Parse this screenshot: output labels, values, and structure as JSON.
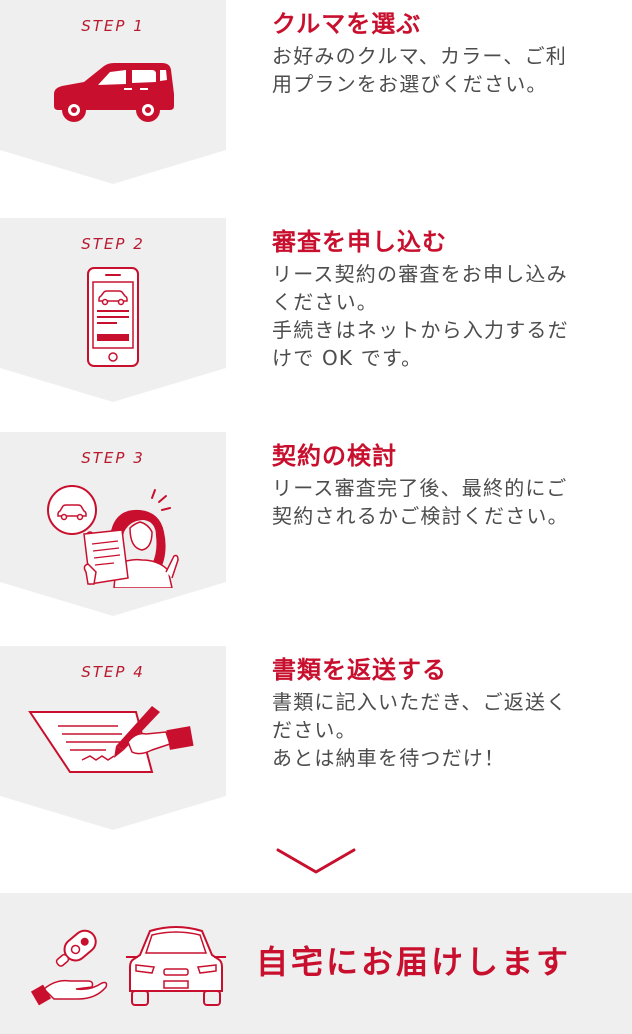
{
  "steps": [
    {
      "label": "STEP 1",
      "icon": "car-icon",
      "title": "クルマを選ぶ",
      "description": "お好みのクルマ、カラー、ご利\n用プランをお選びください。"
    },
    {
      "label": "STEP 2",
      "icon": "smartphone-form-icon",
      "title": "審査を申し込む",
      "description": "リース契約の審査をお申し込み\nください。\n手続きはネットから入力するだ\nけで OK です。"
    },
    {
      "label": "STEP 3",
      "icon": "person-considering-icon",
      "title": "契約の検討",
      "description": "リース審査完了後、最終的にご\n契約されるかご検討ください。"
    },
    {
      "label": "STEP 4",
      "icon": "document-signing-icon",
      "title": "書類を返送する",
      "description": "書類に記入いただき、ご返送く\nださい。\nあとは納車を待つだけ！"
    }
  ],
  "arrow_icon": "chevron-down-icon",
  "delivery": {
    "icons": [
      "key-handover-icon",
      "car-front-icon"
    ],
    "text": "自宅にお届けします"
  },
  "colors": {
    "accent": "#c8102e",
    "badge_bg": "#efefef",
    "text": "#4d4d4d"
  }
}
